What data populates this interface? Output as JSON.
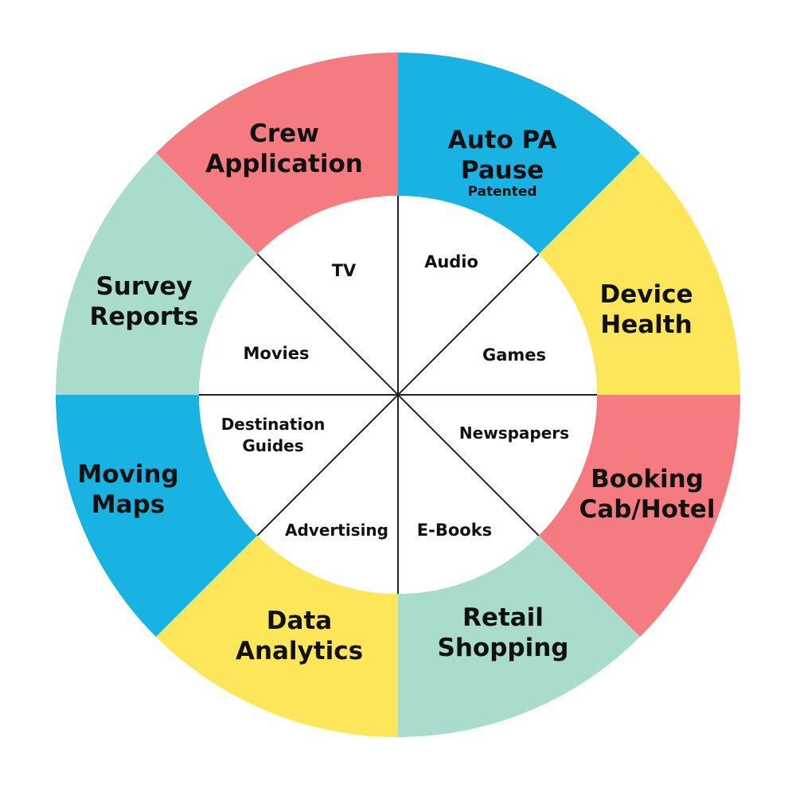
{
  "colors": {
    "red": "#f47b80",
    "blue": "#18b3e2",
    "yellow": "#fde65a",
    "mint": "#a9dccd",
    "divider": "#222222",
    "center": "#ffffff"
  },
  "outer_ring": [
    {
      "id": "auto-pa-pause",
      "lines": [
        "Auto PA",
        "Pause"
      ],
      "sublabel": "Patented",
      "color": "blue"
    },
    {
      "id": "device-health",
      "lines": [
        "Device",
        "Health"
      ],
      "color": "yellow"
    },
    {
      "id": "booking-cab-hotel",
      "lines": [
        "Booking",
        "Cab/Hotel"
      ],
      "color": "red"
    },
    {
      "id": "retail-shopping",
      "lines": [
        "Retail",
        "Shopping"
      ],
      "color": "mint"
    },
    {
      "id": "data-analytics",
      "lines": [
        "Data",
        "Analytics"
      ],
      "color": "yellow"
    },
    {
      "id": "moving-maps",
      "lines": [
        "Moving",
        "Maps"
      ],
      "color": "blue"
    },
    {
      "id": "survey-reports",
      "lines": [
        "Survey",
        "Reports"
      ],
      "color": "mint"
    },
    {
      "id": "crew-application",
      "lines": [
        "Crew",
        "Application"
      ],
      "color": "red"
    }
  ],
  "inner_ring": [
    {
      "id": "audio",
      "lines": [
        "Audio"
      ]
    },
    {
      "id": "games",
      "lines": [
        "Games"
      ]
    },
    {
      "id": "newspapers",
      "lines": [
        "Newspapers"
      ]
    },
    {
      "id": "e-books",
      "lines": [
        "E-Books"
      ]
    },
    {
      "id": "advertising",
      "lines": [
        "Advertising"
      ]
    },
    {
      "id": "destination-guides",
      "lines": [
        "Destination",
        "Guides"
      ]
    },
    {
      "id": "movies",
      "lines": [
        "Movies"
      ]
    },
    {
      "id": "tv",
      "lines": [
        "TV"
      ]
    }
  ]
}
